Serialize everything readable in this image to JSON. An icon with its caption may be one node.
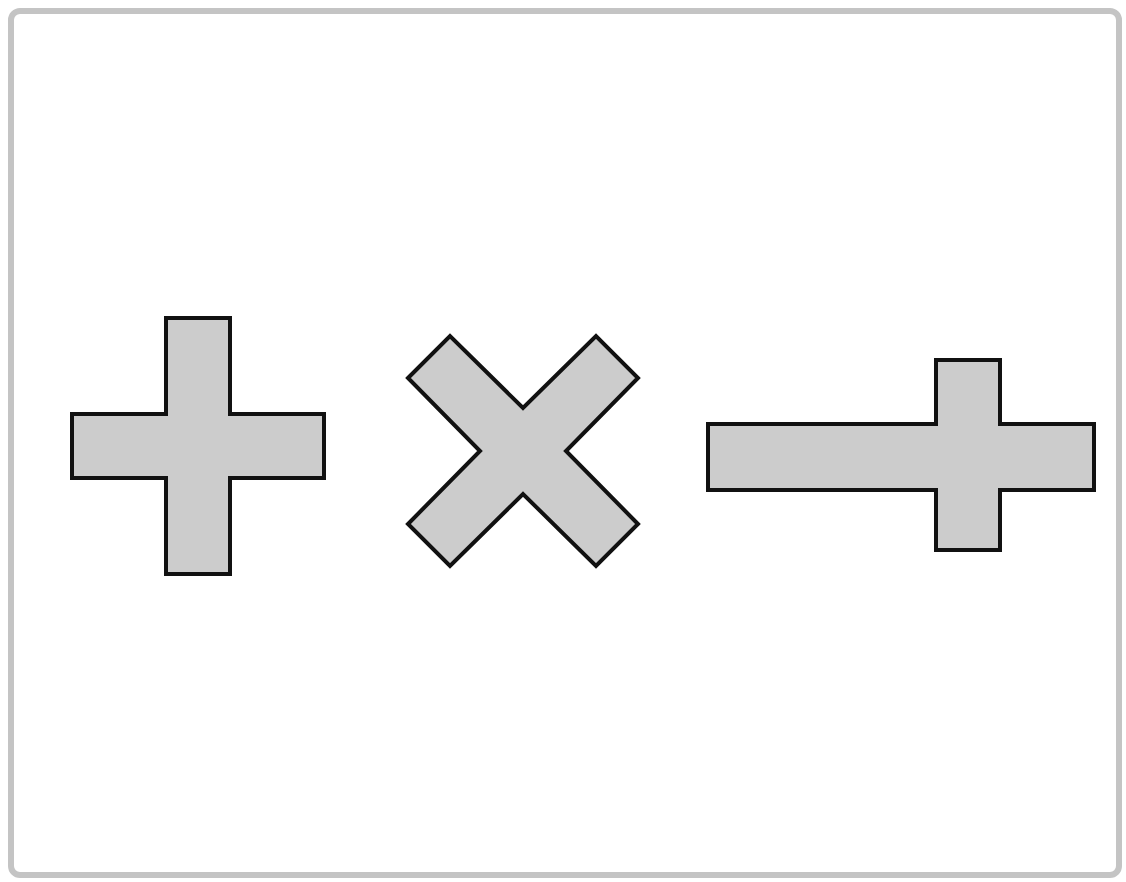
{
  "diagram": {
    "nodes": [
      {
        "text": [],
        "shape": "plus"
      },
      {
        "text": [],
        "shape": "x"
      },
      {
        "text": [],
        "shape": "cross"
      }
    ]
  }
}
